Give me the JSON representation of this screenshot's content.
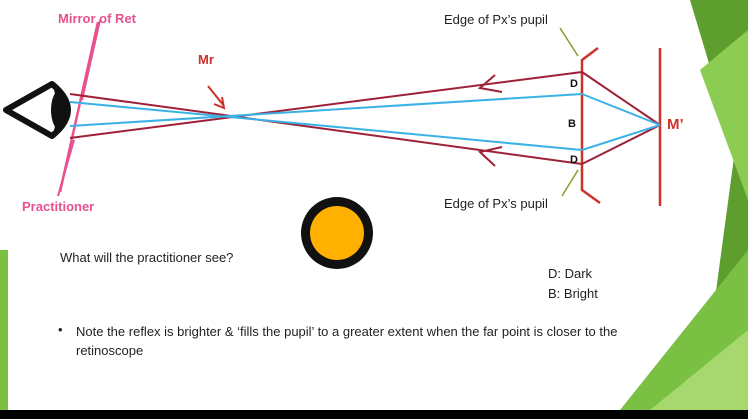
{
  "labels": {
    "mirror": "Mirror of Ret",
    "practitioner": "Practitioner",
    "mr": "Mr",
    "edge_top": "Edge of Px’s pupil",
    "edge_bottom": "Edge of Px’s pupil",
    "m_prime": "M’",
    "d_top": "D",
    "b_mid": "B",
    "d_bottom": "D"
  },
  "question": "What will the practitioner see?",
  "legend": {
    "dark": "D: Dark",
    "bright": "B: Bright"
  },
  "note": {
    "bullet": "•",
    "text": "Note the reflex is brighter & ‘fills the pupil’ to a greater extent when the far point is closer to the retinoscope"
  },
  "colors": {
    "ray_dark": "#9e2237",
    "ray_bright": "#3bb2e6",
    "label_pink": "#e8508e",
    "label_red": "#d0302a",
    "reflex_fill": "#ffb000",
    "reflex_ring": "#111111",
    "accent_green": "#79c043"
  },
  "icons": {
    "eye": "eye-icon",
    "reflex": "reflex-circle-icon"
  }
}
